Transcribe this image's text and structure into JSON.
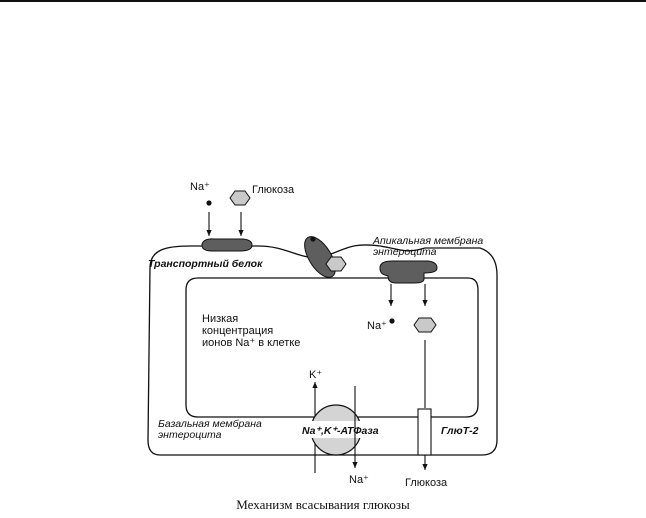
{
  "caption": "Механизм всасывания глюкозы",
  "labels": {
    "na_top": "Na⁺",
    "glucose_top": "Глюкоза",
    "transport_protein": "Транспортный белок",
    "apical_line1": "Апикальная мембрана",
    "apical_line2": "энтероцита",
    "low_conc_line1": "Низкая",
    "low_conc_line2": "концентрация",
    "low_conc_line3": "ионов Na⁺ в клетке",
    "na_inside": "Na⁺",
    "k_plus": "K⁺",
    "basal_line1": "Базальная мембрана",
    "basal_line2": "энтероцита",
    "atpase": "Na⁺,K⁺-АТФаза",
    "glut2": "ГлюТ-2",
    "na_bottom": "Na⁺",
    "glucose_bottom": "Глюкоза"
  },
  "colors": {
    "protein_fill": "#5e5e5e",
    "glucose_fill": "#c9c9c9",
    "line": "#111111"
  }
}
